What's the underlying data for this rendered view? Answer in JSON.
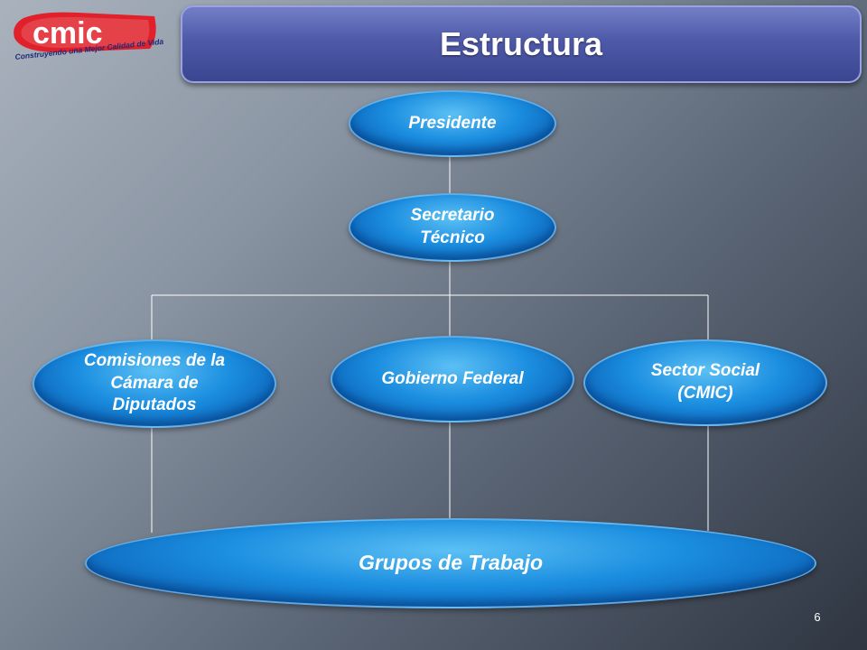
{
  "logo": {
    "text": "cmic",
    "tagline": "Construyendo una Mejor Calidad de Vida"
  },
  "header": {
    "title": "Estructura"
  },
  "nodes": {
    "presidente": "Presidente",
    "secretario": "Secretario Técnico",
    "comisiones": "Comisiones de la Cámara de Diputados",
    "gobierno": "Gobierno Federal",
    "sector_social": "Sector Social (CMIC)",
    "grupos": "Grupos de Trabajo"
  },
  "footer": {
    "page_number": "6"
  },
  "colors": {
    "node": "#1b8ee0",
    "title_bar": "#4e5aa8",
    "logo_red": "#e0202a",
    "logo_blue": "#1e2a78"
  }
}
